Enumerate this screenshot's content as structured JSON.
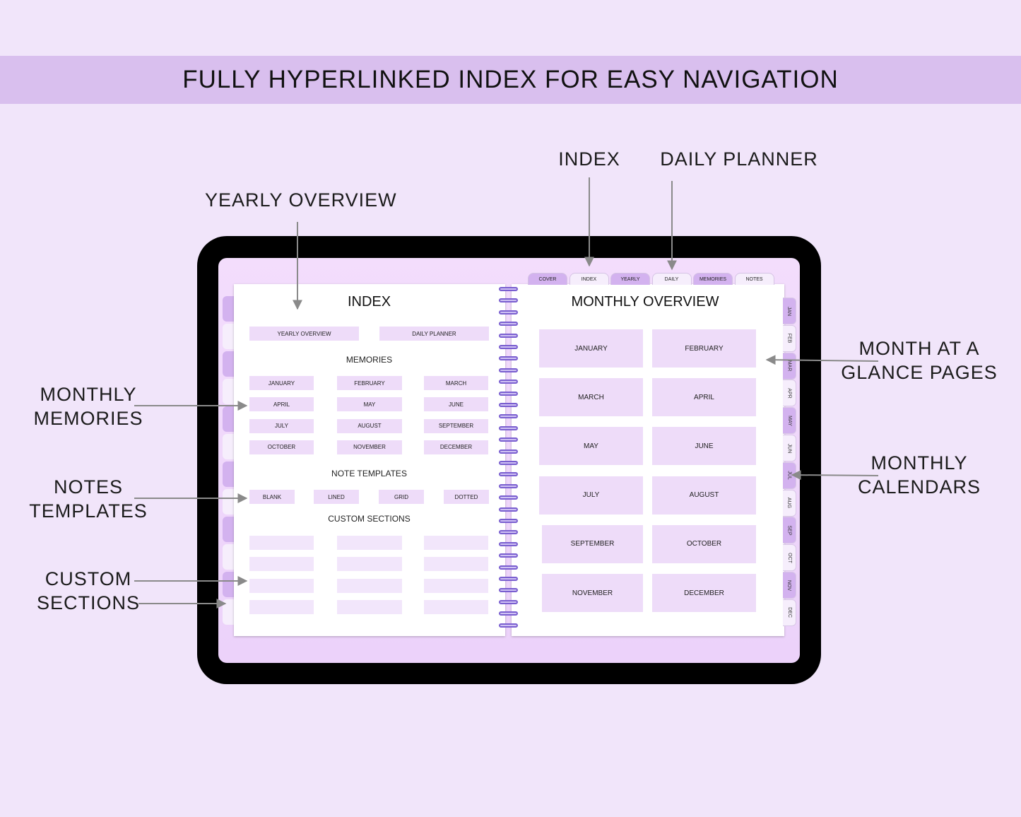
{
  "banner": {
    "title": "FULLY HYPERLINKED INDEX FOR EASY NAVIGATION"
  },
  "callouts": {
    "yearly_overview": "YEARLY OVERVIEW",
    "index": "INDEX",
    "daily_planner": "DAILY PLANNER",
    "monthly_memories_1": "MONTHLY",
    "monthly_memories_2": "MEMORIES",
    "notes_templates_1": "NOTES",
    "notes_templates_2": "TEMPLATES",
    "custom_sections_1": "CUSTOM",
    "custom_sections_2": "SECTIONS",
    "month_glance_1": "MONTH AT A",
    "month_glance_2": "GLANCE PAGES",
    "monthly_calendars_1": "MONTHLY",
    "monthly_calendars_2": "CALENDARS"
  },
  "top_tabs": [
    "COVER",
    "INDEX",
    "YEARLY",
    "DAILY",
    "MEMORIES",
    "NOTES"
  ],
  "side_tabs": [
    "JAN",
    "FEB",
    "MAR",
    "APR",
    "MAY",
    "JUN",
    "JUL",
    "AUG",
    "SEP",
    "OCT",
    "NOV",
    "DEC"
  ],
  "index_page": {
    "title": "INDEX",
    "yearly_overview": "YEARLY OVERVIEW",
    "daily_planner": "DAILY PLANNER",
    "memories_title": "MEMORIES",
    "memories": [
      "JANUARY",
      "FEBRUARY",
      "MARCH",
      "APRIL",
      "MAY",
      "JUNE",
      "JULY",
      "AUGUST",
      "SEPTEMBER",
      "OCTOBER",
      "NOVEMBER",
      "DECEMBER"
    ],
    "notes_title": "NOTE TEMPLATES",
    "notes": [
      "BLANK",
      "LINED",
      "GRID",
      "DOTTED"
    ],
    "custom_title": "CUSTOM SECTIONS"
  },
  "monthly_page": {
    "title": "MONTHLY OVERVIEW",
    "months": [
      "JANUARY",
      "FEBRUARY",
      "MARCH",
      "APRIL",
      "MAY",
      "JUNE",
      "JULY",
      "AUGUST",
      "SEPTEMBER",
      "OCTOBER",
      "NOVEMBER",
      "DECEMBER"
    ]
  },
  "colors": {
    "background": "#f1e5fa",
    "banner": "#d9bfee",
    "tab_dark": "#d3b2ef",
    "tab_light": "#f6eefc",
    "button": "#eedcf9",
    "arrow": "#8a8a8a"
  }
}
